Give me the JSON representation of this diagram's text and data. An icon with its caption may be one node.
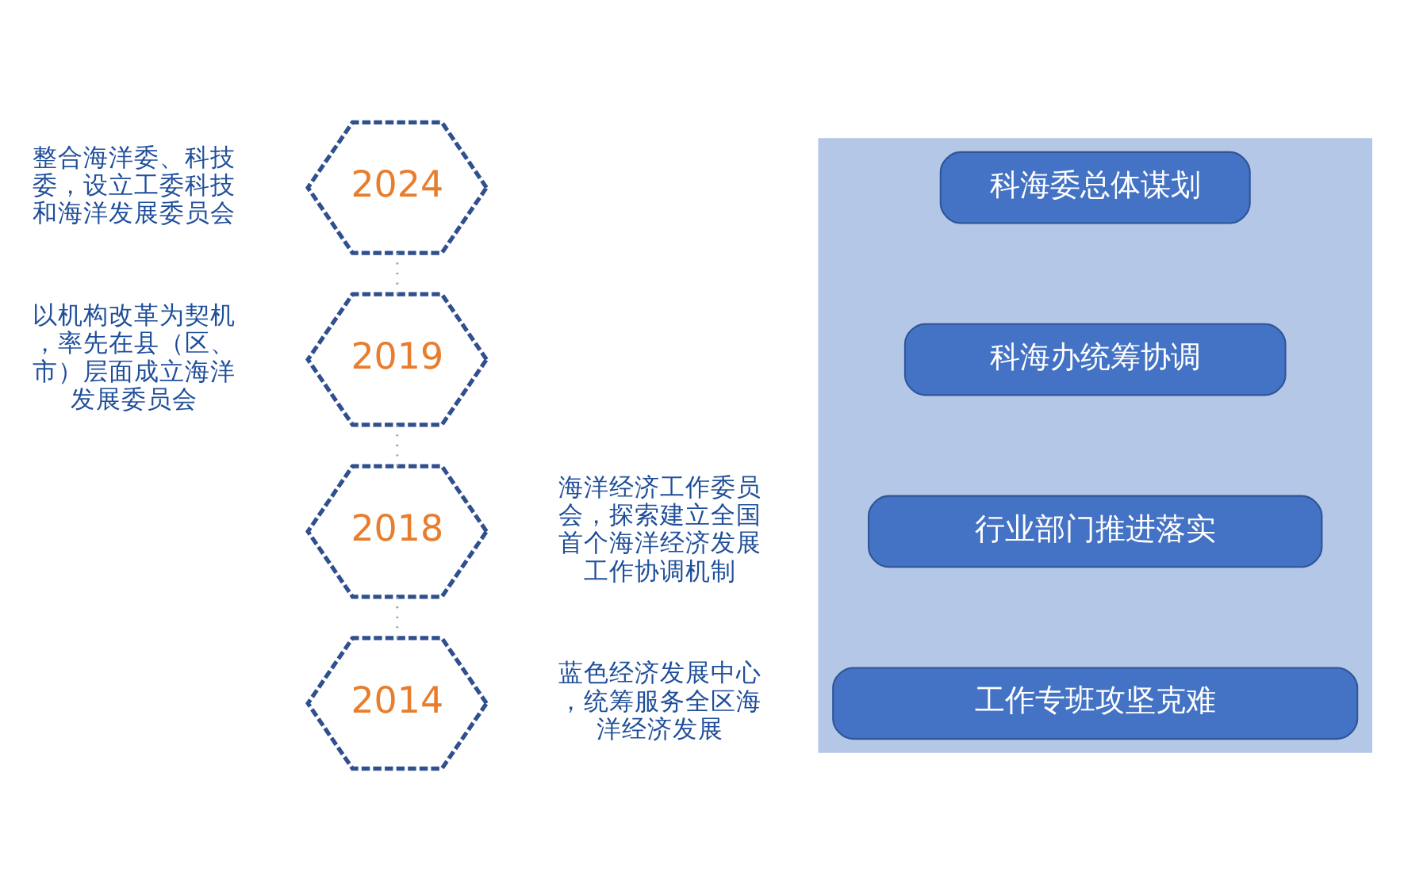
{
  "diagram": {
    "nodes": [
      {
        "text": [
          "2014"
        ],
        "beside": [
          "蓝色经济发展中心，统筹服务全区海洋经济发展"
        ]
      },
      {
        "text": [
          "2018"
        ],
        "beside": [
          "海洋经济工作委员会，探索建立全国首个海洋经济发展工作协调机制"
        ]
      },
      {
        "text": [
          "2019"
        ],
        "beside": [
          "以机构改革为契机，率先在县（区、市）层面成立海洋发展委员会"
        ]
      },
      {
        "text": [
          "2024"
        ],
        "beside": [
          "整合海洋委、科技委，设立工委科技和海洋发展委员会"
        ]
      },
      {
        "text": [],
        "shape": "triangle"
      },
      {
        "text": [
          "科海委总体谋划"
        ],
        "in": 4
      },
      {
        "text": [
          "科海办统筹协调"
        ],
        "in": 4
      },
      {
        "text": [
          "行业部门推进落实"
        ],
        "in": 4
      },
      {
        "text": [
          "工作专班攻坚克难"
        ],
        "in": 4
      }
    ],
    "edges": [
      {
        "from": 0,
        "to": 1,
        "arrow": "none",
        "style": "dashed"
      },
      {
        "from": 1,
        "to": 2,
        "arrow": "none",
        "style": "dashed"
      },
      {
        "from": 2,
        "to": 3,
        "arrow": "none",
        "style": "dashed"
      }
    ]
  }
}
